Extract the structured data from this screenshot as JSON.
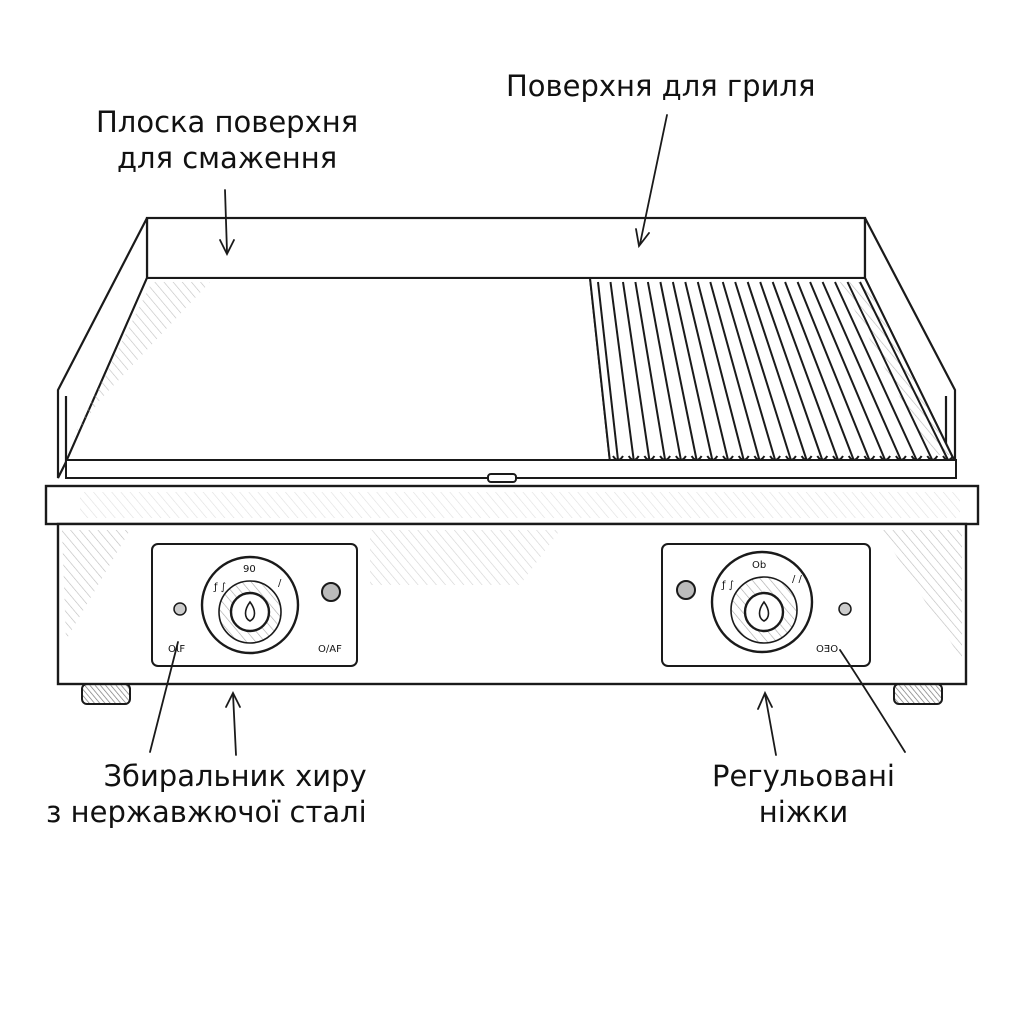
{
  "labels": {
    "flat_surface": {
      "line1": "Плоска поверхня",
      "line2": "для смаження"
    },
    "grill_surface": "Поверхня для гриля",
    "grease_tray": {
      "line1": "Збиральник хиру",
      "line2": "з нержавжючої сталі"
    },
    "adjustable_feet": {
      "line1": "Регульовані",
      "line2": "ніжки"
    }
  },
  "knob_marks": {
    "left_off": "OƖF",
    "left_off2": "O∕AF",
    "right_off": "OƎO"
  },
  "colors": {
    "line": "#1a1a1a",
    "hatch": "#9a9a9a",
    "background": "#ffffff"
  }
}
